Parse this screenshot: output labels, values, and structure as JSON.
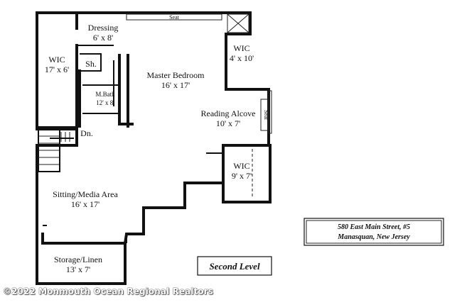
{
  "rooms": {
    "dressing": {
      "name": "Dressing",
      "size": "6' x 8'"
    },
    "wic_left": {
      "name": "WIC",
      "size": "17' x 6'"
    },
    "shower": {
      "name": "Sh."
    },
    "master_bath": {
      "name": "M.Bath",
      "size": "12' x 8'"
    },
    "master_bedroom": {
      "name": "Master Bedroom",
      "size": "16' x 17'"
    },
    "wic_right_top": {
      "name": "WIC",
      "size": "4' x 10'"
    },
    "reading_alcove": {
      "name": "Reading Alcove",
      "size": "10' x 7'"
    },
    "wic_right_bottom": {
      "name": "WIC",
      "size": "9' x 7'"
    },
    "sitting_media": {
      "name": "Sitting/Media Area",
      "size": "16' x 17'"
    },
    "storage_linen": {
      "name": "Storage/Linen",
      "size": "13' x 7'"
    }
  },
  "labels": {
    "seat_top": "Seat",
    "seat_side": "Seat",
    "down": "Dn."
  },
  "address": {
    "line1": "580 East Main Street, #5",
    "line2": "Manasquan, New Jersey"
  },
  "level_title": "Second Level",
  "copyright": "©2022 Monmouth Ocean Regional Realtors"
}
